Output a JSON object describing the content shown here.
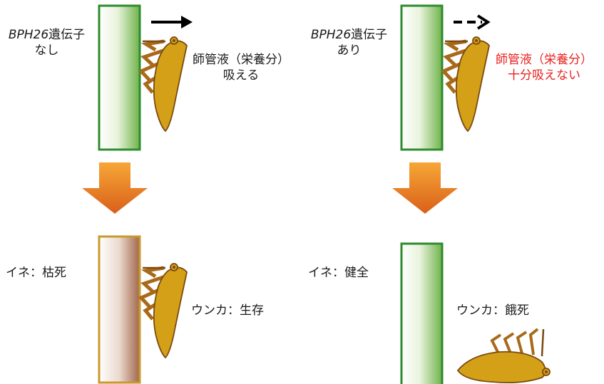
{
  "colors": {
    "stem_green": "#2e8b2e",
    "stem_gradient_light": "#ffffff",
    "stem_gradient_dark": "#6fb34a",
    "withered_border": "#c89a2c",
    "withered_dark": "#a0664a",
    "insect_body": "#d4a017",
    "insect_outline": "#7a4a10",
    "arrow_orange": "#f39a2a",
    "arrow_orange_dark": "#d9601a",
    "warning_red": "#e8221f",
    "arrow_black": "#000000"
  },
  "top_left": {
    "gene_italic": "BPH26",
    "gene_rest": "遺伝子",
    "gene_state": "なし",
    "feeding_line1": "師管液（栄養分）",
    "feeding_line2": "吸える",
    "arrow_style": "solid"
  },
  "top_right": {
    "gene_italic": "BPH26",
    "gene_rest": "遺伝子",
    "gene_state": "あり",
    "feeding_line1": "師管液（栄養分）",
    "feeding_line2": "十分吸えない",
    "arrow_style": "dashed"
  },
  "bottom_left": {
    "rice_status": "イネ：枯死",
    "planthopper_status": "ウンカ：生存"
  },
  "bottom_right": {
    "rice_status": "イネ：健全",
    "planthopper_status": "ウンカ：餓死"
  },
  "icons": [
    "rice-stem-icon",
    "planthopper-icon",
    "down-arrow-icon",
    "feeding-arrow-icon"
  ]
}
